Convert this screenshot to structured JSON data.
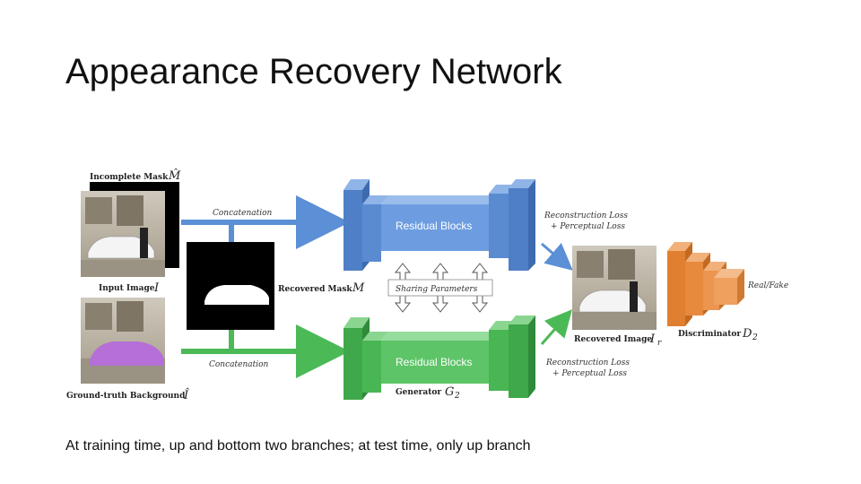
{
  "slide": {
    "title": "Appearance Recovery Network",
    "caption": "At training time, up and bottom two branches; at test time, only up branch"
  },
  "diagram": {
    "incomplete_mask_label": "Incomplete Mask",
    "incomplete_mask_symbol": "M̂",
    "input_image_label": "Input Image",
    "input_image_symbol": "I",
    "ground_truth_label": "Ground-truth Background",
    "ground_truth_symbol": "Î",
    "concat_top": "Concatenation",
    "concat_bottom": "Concatenation",
    "recovered_mask_label": "Recovered Mask",
    "recovered_mask_symbol": "M",
    "residual_top": "Residual Blocks",
    "residual_bottom": "Residual Blocks",
    "sharing_parameters": "Sharing Parameters",
    "generator_label": "Generator",
    "generator_symbol": "G",
    "generator_sub": "2",
    "loss_top_line1": "Reconstruction Loss",
    "loss_top_line2": "+ Perceptual Loss",
    "loss_bottom_line1": "Reconstruction Loss",
    "loss_bottom_line2": "+ Perceptual Loss",
    "recovered_image_label": "Recovered Image",
    "recovered_image_symbol": "I",
    "recovered_image_sub": "r",
    "discriminator_label": "Discriminator",
    "discriminator_symbol": "D",
    "discriminator_sub": "2",
    "real_fake": "Real/Fake",
    "colors": {
      "blue": "#5b8fd6",
      "green": "#4cb957",
      "orange": "#e58a3d",
      "purple": "#b56fd6"
    }
  }
}
